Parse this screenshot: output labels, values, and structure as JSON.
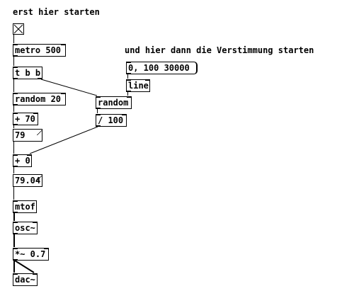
{
  "comments": {
    "start_here": "erst hier starten",
    "detune_here": "und hier dann die Verstimmung starten"
  },
  "objects": {
    "metro": "metro 500",
    "trigger": "t b b",
    "random20": "random 20",
    "plus70": "+ 70",
    "random": "random",
    "divide100": "/ 100",
    "plus0": "+ 0",
    "line": "line",
    "mtof": "mtof",
    "osc": "osc~",
    "multiply": "*~ 0.7",
    "dac": "dac~"
  },
  "numbers": {
    "num_79": "79",
    "num_79_04": "79.04"
  },
  "messages": {
    "ramp_msg": "0, 100 30000"
  },
  "colors": {
    "background": "#ffffff",
    "foreground": "#000000"
  }
}
